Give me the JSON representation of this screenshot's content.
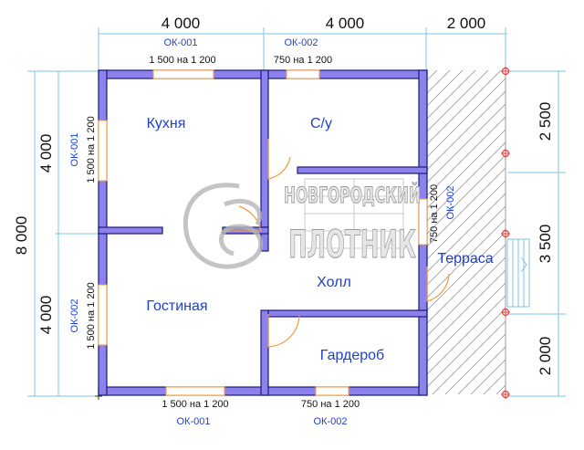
{
  "dimensions": {
    "top": [
      "4 000",
      "4 000",
      "2 000"
    ],
    "left_total": "8 000",
    "left_parts": [
      "4 000",
      "4 000"
    ],
    "right": [
      "2 500",
      "3 500",
      "2 000"
    ]
  },
  "windows": {
    "top_left": {
      "code": "ОК-001",
      "size": "1 500 на 1 200"
    },
    "top_right": {
      "code": "ОК-002",
      "size": "750 на 1 200"
    },
    "bottom_left": {
      "code": "ОК-001",
      "size": "1 500 на 1 200"
    },
    "bottom_right": {
      "code": "ОК-002",
      "size": "750 на 1 200"
    },
    "left_upper": {
      "code": "ОК-001",
      "size": "1 500 на 1 200"
    },
    "left_lower": {
      "code": "ОК-002",
      "size": "1 500 на 1 200"
    },
    "right": {
      "code": "ОК-002",
      "size": "750 на 1 200"
    }
  },
  "rooms": {
    "kitchen": "Кухня",
    "bathroom": "С/у",
    "living": "Гостиная",
    "hall": "Холл",
    "wardrobe": "Гардероб",
    "terrace": "Терраса"
  },
  "watermark": {
    "line1": "НОВГОРОДСКИЙ",
    "line2": "ПЛОТНИК"
  },
  "colors": {
    "wall": "#8d82ec",
    "wall_outline": "#1b1b7a",
    "label": "#1d3fd1",
    "dimension_line": "#7cc6e8",
    "door_window": "#f39a3d"
  }
}
